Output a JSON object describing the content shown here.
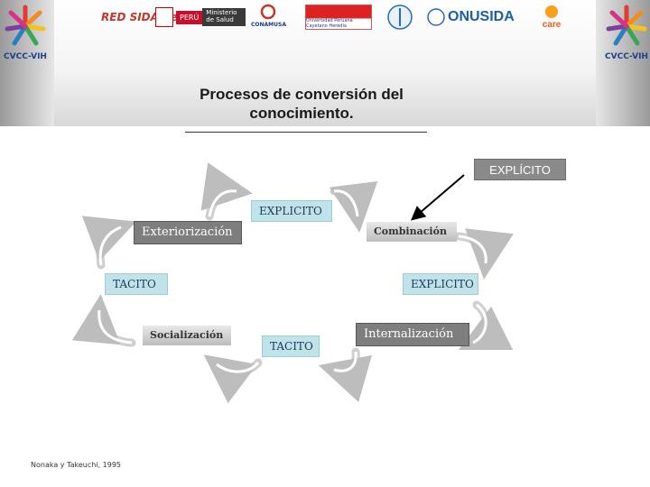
{
  "header": {
    "logos": [
      {
        "name": "cvcc-vih-left",
        "text": "CVCC-VIH"
      },
      {
        "name": "red-sida-peru",
        "text": "RED SIDA Perú"
      },
      {
        "name": "peru-ministerio",
        "text": "PERÚ",
        "subtext": "Ministerio de Salud"
      },
      {
        "name": "conamusa",
        "text": "CONAMUSA"
      },
      {
        "name": "universidad",
        "text": "Universidad Peruana Cayetano Heredia"
      },
      {
        "name": "who",
        "text": ""
      },
      {
        "name": "onusida",
        "text": "ONUSIDA"
      },
      {
        "name": "care",
        "text": "care"
      },
      {
        "name": "cvcc-vih-right",
        "text": "CVCC-VIH"
      }
    ],
    "colors": {
      "vih_blue": "#1d3f8f",
      "vih_accent": "#e23a35"
    }
  },
  "slide": {
    "title": "Procesos de conversión del conocimiento.",
    "explicito_tag": "EXPLÍCITO"
  },
  "diagram": {
    "top_box": "EXPLICITO",
    "exteriorizacion": "Exteriorización",
    "combinacion": "Combinación",
    "tacito_left": "TACITO",
    "explicito_right": "EXPLICITO",
    "socializacion": "Socialización",
    "bottom_box": "TACITO",
    "internalizacion": "Internalización",
    "arrow_color": "#e0e0e0"
  },
  "credit": "Nonaka y Takeuchi, 1995"
}
